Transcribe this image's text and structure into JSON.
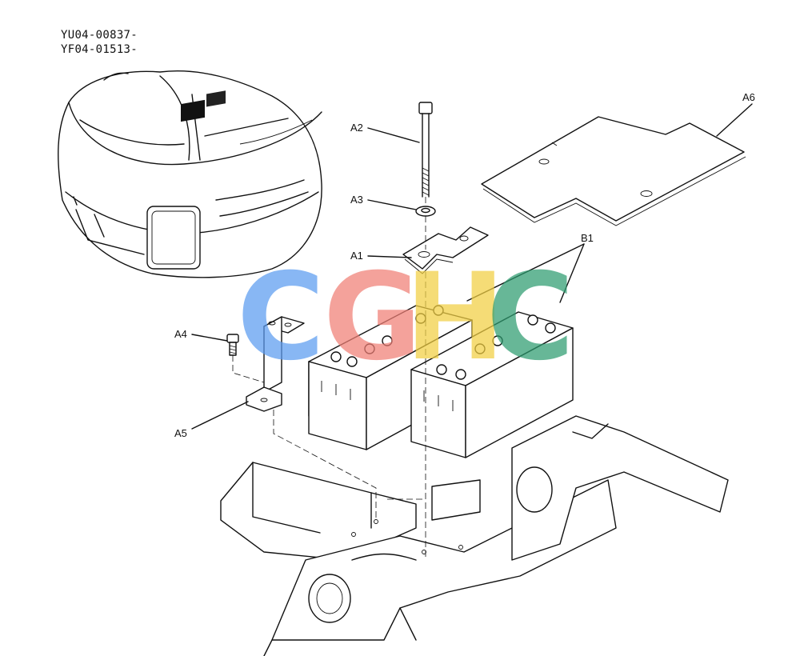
{
  "serials": [
    "YU04-00837-",
    "YF04-01513-"
  ],
  "callouts": {
    "A1": "A1",
    "A2": "A2",
    "A3": "A3",
    "A4": "A4",
    "A5": "A5",
    "A6": "A6",
    "B1": "B1"
  },
  "watermark": {
    "letters": [
      "C",
      "G",
      "H",
      "C"
    ],
    "colors": [
      "#5b9cf0",
      "#f07f76",
      "#f2cf42",
      "#2e9c70"
    ]
  }
}
